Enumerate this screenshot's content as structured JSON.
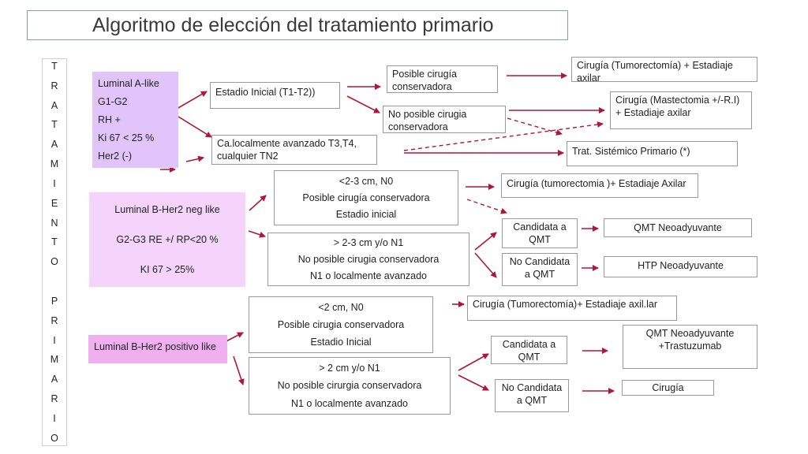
{
  "title": "Algoritmo de elección del tratamiento primario",
  "vertical_letters": [
    "T",
    "R",
    "A",
    "T",
    "A",
    "M",
    "I",
    "E",
    "N",
    "T",
    "O",
    "",
    "P",
    "R",
    "I",
    "M",
    "A",
    "R",
    "I",
    "O"
  ],
  "luminal_a": {
    "lines": [
      "Luminal A-like",
      "G1-G2",
      "RH +",
      "Ki 67 < 25 %",
      "Her2 (-)"
    ]
  },
  "estadio_inicial_1": "Estadio Inicial (T1-T2))",
  "localmente_avanzado_1": "Ca.localmente avanzado T3,T4, cualquier TN2",
  "posible_cirugia_1": "Posible cirugía conservadora",
  "no_posible_cirugia_1": "No posible cirugia conservadora",
  "cirugia_tumorectomia_1": "Cirugía (Tumorectomía) + Estadiaje axilar",
  "cirugia_mastectomia": "Cirugía (Mastectomia +/-R.I) + Estadiaje axilar",
  "trat_sistemico": "Trat. Sistémico Primario (*)",
  "luminal_b_neg": {
    "lines": [
      "Luminal B-Her2 neg like",
      "G2-G3 RE +/ RP<20 %",
      "KI 67 > 25%"
    ]
  },
  "b_neg_small": {
    "lines": [
      "<2-3 cm, N0",
      "Posible cirugía conservadora",
      "Estadio inicial"
    ]
  },
  "b_neg_large": {
    "lines": [
      "> 2-3 cm y/o N1",
      "No posible cirugia conservadora",
      "N1 o localmente avanzado"
    ]
  },
  "cirugia_tumorectomia_2": "Cirugía  (tumorectomia )+ Estadiaje Axilar",
  "candidata_qmt_1": "Candidata a QMT",
  "no_candidata_qmt_1": "No Candidata a QMT",
  "qmt_neoadyuvante": "QMT Neoadyuvante",
  "htp_neoadyuvante": "HTP Neoadyuvante",
  "luminal_b_pos": "Luminal B-Her2 positivo like",
  "b_pos_small": {
    "lines": [
      "<2 cm, N0",
      "Posible cirugia conservadora",
      "Estadio Inicial"
    ]
  },
  "b_pos_large": {
    "lines": [
      "> 2 cm y/o N1",
      "No posible cirurgia conservadora",
      "N1 o localmente avanzado"
    ]
  },
  "cirugia_tumorectomia_3": "Cirugía (Tumorectomía)+ Estadiaje axil.lar",
  "candidata_qmt_2": "Candidata a QMT",
  "no_candidata_qmt_2": "No Candidata a QMT",
  "qmt_trastuzumab": "QMT Neoadyuvante +Trastuzumab",
  "cirugia_final": "Cirugía",
  "colors": {
    "arrow": "#b0153a",
    "title_border": "#7fa3bf",
    "luminal_a_bg": "#e1c4fa",
    "luminal_b_neg_bg": "#f5d4fb",
    "luminal_b_pos_bg": "#f0b0f0"
  }
}
